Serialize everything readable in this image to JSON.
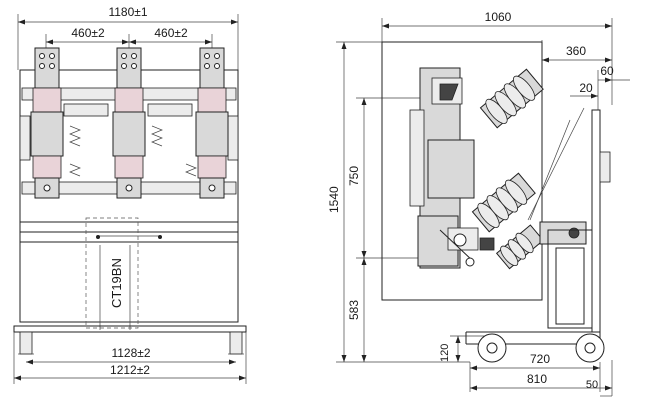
{
  "front_view": {
    "dims": {
      "overall_width": "1180±1",
      "pole_pitch_left": "460±2",
      "pole_pitch_right": "460±2",
      "wheel_track": "1128±2",
      "base_width": "1212±2"
    },
    "mechanism_label": "CT19BN"
  },
  "side_view": {
    "dims": {
      "depth": "1060",
      "rear_offset": "360",
      "plate_60": "60",
      "plate_20": "20",
      "height_total": "1540",
      "terminal_span": "750",
      "terminal_height": "583",
      "wheel_height": "120",
      "wheel_base": "720",
      "base_length": "810",
      "wheel_offset": "50"
    }
  },
  "colors": {
    "line": "#222222",
    "part_fill": "#d9d9d9",
    "insulator_fill": "#e9d3d8"
  }
}
